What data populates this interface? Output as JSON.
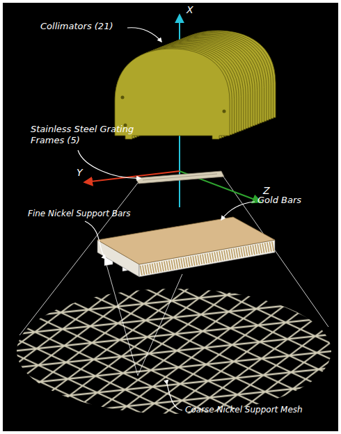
{
  "diagram": {
    "labels": [
      "Collimators (21)",
      "Stainless Steel Grating Frames (5)",
      "Fine Nickel Support Bars",
      "Gold Bars",
      "Coarse Nickel Support Mesh",
      "X",
      "Y",
      "Z"
    ]
  }
}
